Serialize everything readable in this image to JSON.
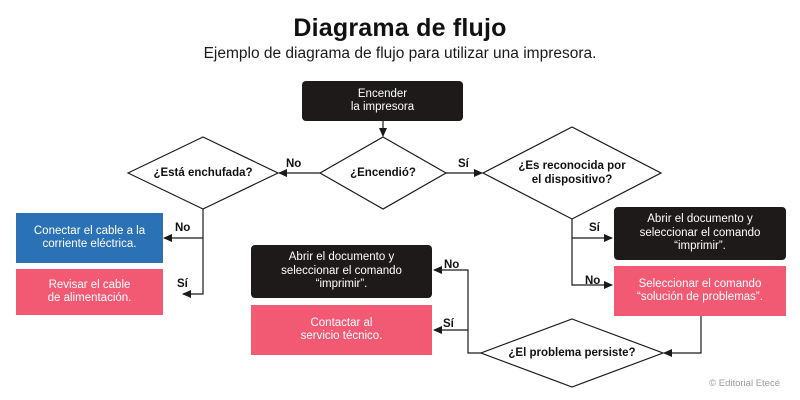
{
  "header": {
    "title": "Diagrama de flujo",
    "subtitle": "Ejemplo de diagrama de flujo para utilizar una impresora."
  },
  "colors": {
    "dark": "#1e1a1a",
    "blue": "#2b71b6",
    "pink": "#f25a74",
    "line": "#1a1a1a"
  },
  "nodes": {
    "start": "Encender\nla impresora",
    "q_on": "¿Encendió?",
    "q_plugged": "¿Está enchufada?",
    "q_recognized": "¿Es reconocida por\nel dispositivo?",
    "connect_cable": "Conectar el cable a la\ncorriente eléctrica.",
    "check_cable": "Revisar el cable\nde alimentación.",
    "open_doc_right": "Abrir el documento y\nseleccionar el comando\n“imprimir”.",
    "troubleshoot": "Seleccionar el comando\n“solución de problemas”.",
    "q_persists": "¿El problema persiste?",
    "open_doc_left": "Abrir el documento y\nseleccionar el comando\n“imprimir”.",
    "contact_support": "Contactar al\nservicio técnico."
  },
  "edge_labels": {
    "on_no": "No",
    "on_yes": "Sí",
    "plugged_no": "No",
    "plugged_yes": "Sí",
    "recognized_yes": "Sí",
    "recognized_no": "No",
    "persists_no": "No",
    "persists_yes": "Sí"
  },
  "footer": {
    "credit": "© Editorial Etecé"
  }
}
